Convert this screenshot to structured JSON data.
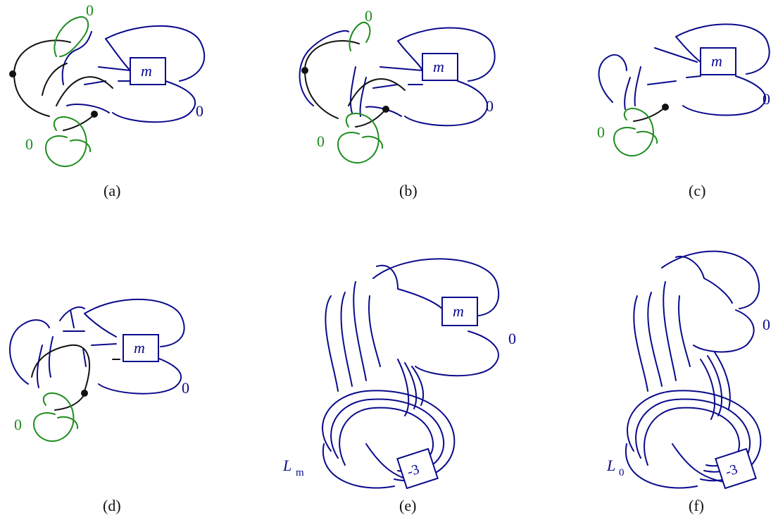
{
  "panels": [
    {
      "caption": "(a)",
      "box_label": "m",
      "blue_framing": "0",
      "green_top_framing": "0",
      "green_bottom_framing": "0"
    },
    {
      "caption": "(b)",
      "box_label": "m",
      "blue_framing": "0",
      "green_top_framing": "0",
      "green_bottom_framing": "0"
    },
    {
      "caption": "(c)",
      "box_label": "m",
      "blue_framing": "0",
      "green_bottom_framing": "0"
    },
    {
      "caption": "(d)",
      "box_label": "m",
      "blue_framing": "0",
      "green_bottom_framing": "0"
    },
    {
      "caption": "(e)",
      "box_label": "m",
      "blue_framing": "0",
      "twist_box": "-3",
      "link_name": "L",
      "link_sub": "m"
    },
    {
      "caption": "(f)",
      "blue_framing": "0",
      "twist_box": "-3",
      "link_name": "L",
      "link_sub": "0"
    }
  ],
  "colors": {
    "blue": "#0a0a8c",
    "green": "#1e8c1e",
    "black": "#111111"
  }
}
